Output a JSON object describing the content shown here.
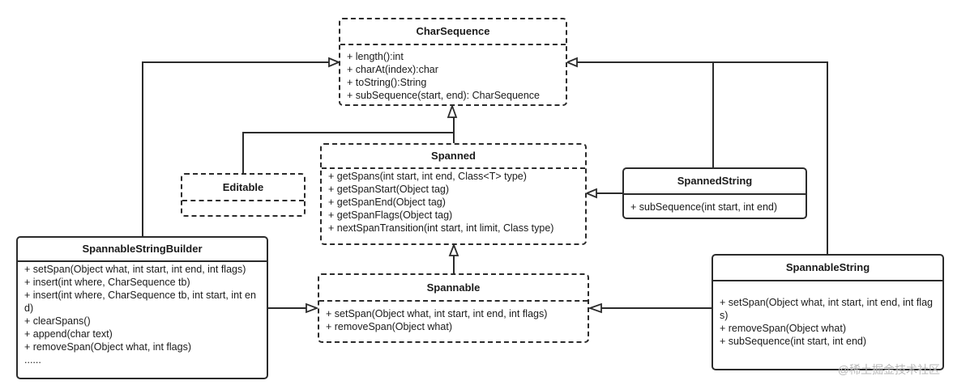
{
  "classes": {
    "char_sequence": {
      "name": "CharSequence",
      "members": [
        "+ length():int",
        "+ charAt(index):char",
        "+ toString():String",
        "+ subSequence(start, end): CharSequence"
      ]
    },
    "spanned": {
      "name": "Spanned",
      "members": [
        "+ getSpans(int start, int end, Class<T> type)",
        "+ getSpanStart(Object tag)",
        "+ getSpanEnd(Object tag)",
        "+ getSpanFlags(Object tag)",
        "+ nextSpanTransition(int start, int limit, Class type)"
      ]
    },
    "editable": {
      "name": "Editable",
      "members": []
    },
    "spanned_string": {
      "name": "SpannedString",
      "members": [
        "+ subSequence(int start, int end)"
      ]
    },
    "spannable_string_builder": {
      "name": "SpannableStringBuilder",
      "members": [
        "+ setSpan(Object what, int start, int end, int flags)",
        "+ insert(int where, CharSequence tb)",
        "+ insert(int where, CharSequence tb, int start, int end)",
        "+ clearSpans()",
        "+ append(char text)",
        "+ removeSpan(Object what, int flags)",
        "......"
      ]
    },
    "spannable": {
      "name": "Spannable",
      "members": [
        "+ setSpan(Object what, int start, int end, int flags)",
        "+ removeSpan(Object what)"
      ]
    },
    "spannable_string": {
      "name": "SpannableString",
      "members": [
        "+ setSpan(Object what, int start, int end, int flags)",
        "+ removeSpan(Object what)",
        "+ subSequence(int start, int end)"
      ]
    }
  },
  "watermark": "@稀土掘金技术社区"
}
